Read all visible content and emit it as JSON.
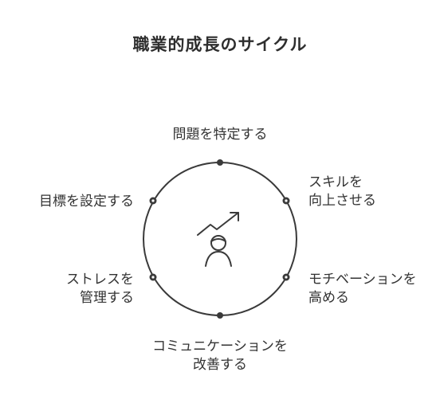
{
  "title": "職業的成長のサイクル",
  "center_icon": "growth-person-icon",
  "nodes": {
    "top": {
      "lines": [
        "問題を特定する"
      ]
    },
    "upper_right": {
      "lines": [
        "スキルを",
        "向上させる"
      ]
    },
    "upper_left": {
      "lines": [
        "目標を設定する"
      ]
    },
    "lower_right": {
      "lines": [
        "モチベーションを",
        "高める"
      ]
    },
    "lower_left": {
      "lines": [
        "ストレスを",
        "管理する"
      ]
    },
    "bottom": {
      "lines": [
        "コミュニケーションを",
        "改善する"
      ]
    }
  },
  "colors": {
    "stroke": "#3a3a3a",
    "text": "#333333"
  }
}
